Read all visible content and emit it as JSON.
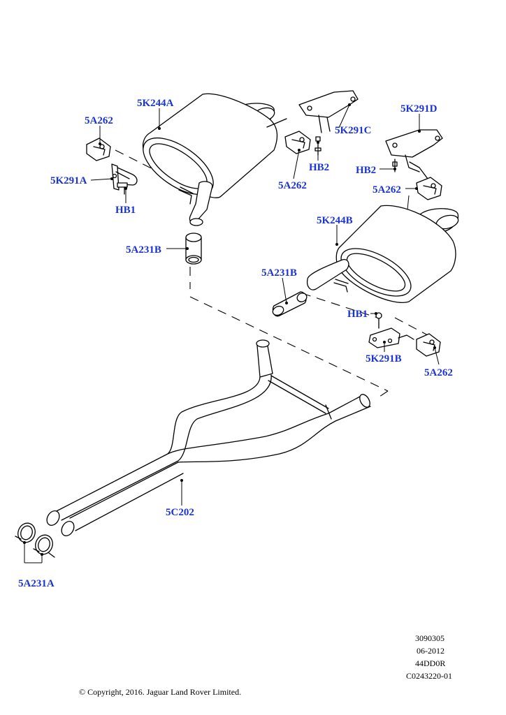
{
  "labels": {
    "muffler_left": "5K244A",
    "muffler_right": "5K244B",
    "bracket_c": "5K291C",
    "bracket_d": "5K291D",
    "bracket_a": "5K291A",
    "bracket_b": "5K291B",
    "isolator_1": "5A262",
    "isolator_2": "5A262",
    "isolator_3": "5A262",
    "isolator_4": "5A262",
    "bolt_hb2_upper": "HB2",
    "bolt_hb2_right": "HB2",
    "bolt_hb1_left": "HB1",
    "bolt_hb1_right": "HB1",
    "clamp_left_muffler": "5A231B",
    "clamp_right_muffler": "5A231B",
    "front_pipe": "5C202",
    "clamps_front": "5A231A"
  },
  "meta": {
    "line1": "3090305",
    "line2": "06-2012",
    "line3": "44DD0R",
    "line4": "C0243220-01"
  },
  "copyright": "© Copyright, 2016. Jaguar Land Rover Limited."
}
